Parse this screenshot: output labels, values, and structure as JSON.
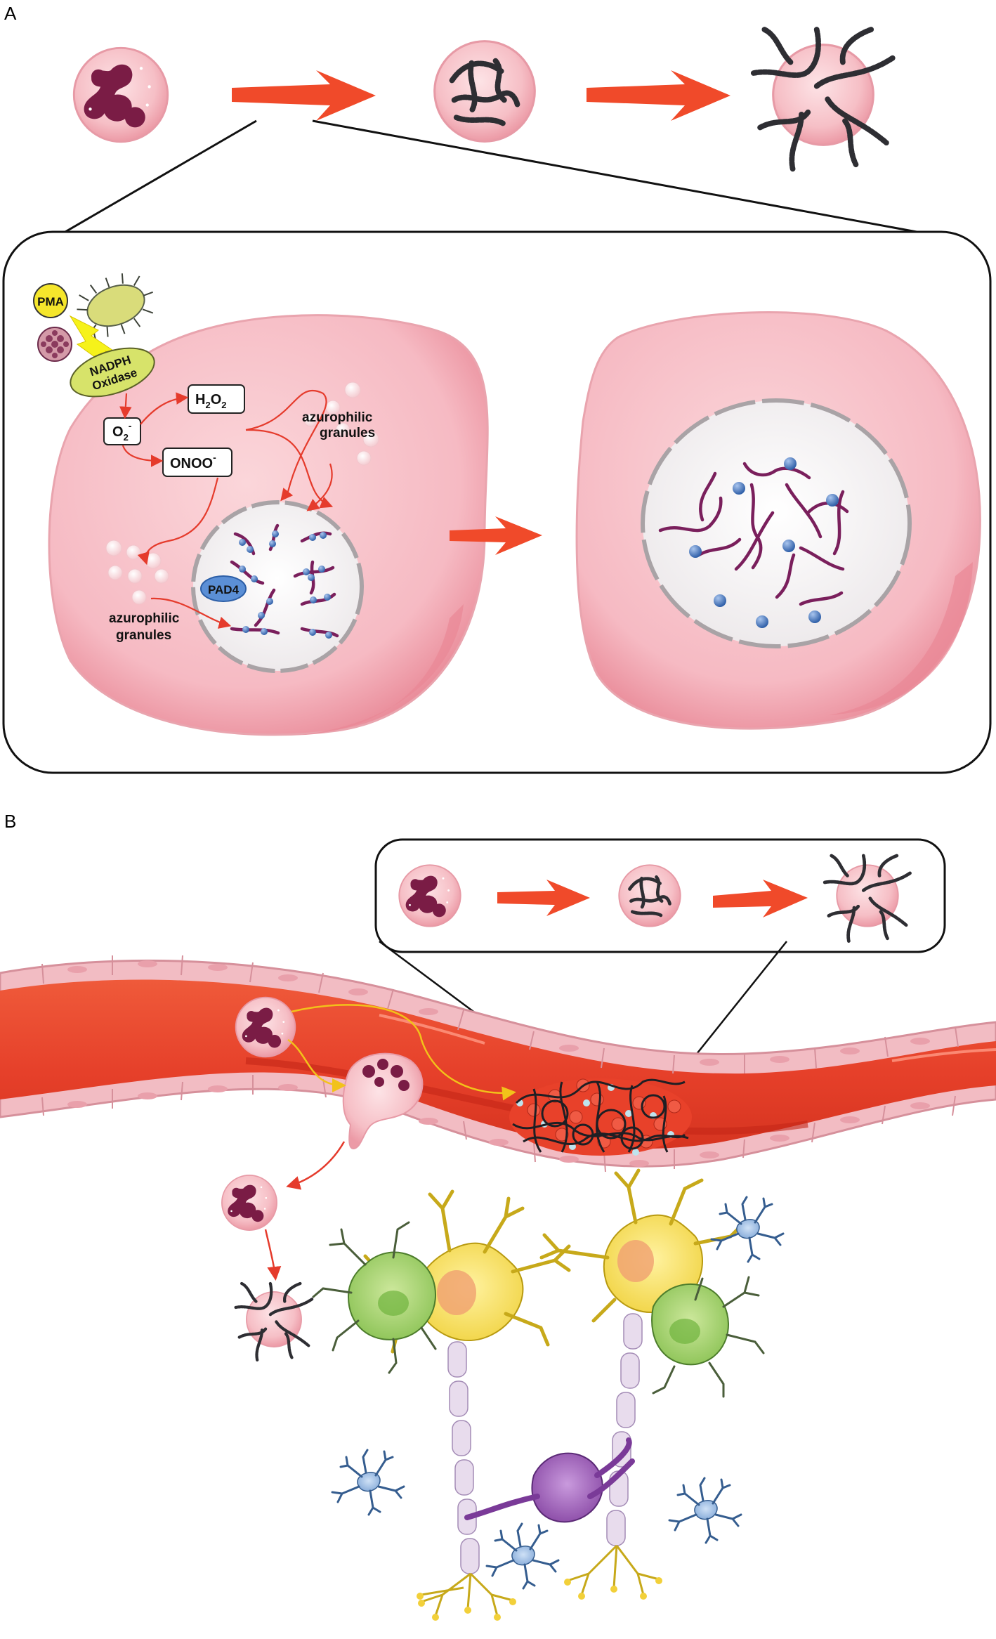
{
  "panels": {
    "a": {
      "letter": "A"
    },
    "b": {
      "letter": "B"
    }
  },
  "labels": {
    "pma": "PMA",
    "nadph_line1": "NADPH",
    "nadph_line2": "Oxidase",
    "o2": "O",
    "o2_sub": "2",
    "o2_sup": "-",
    "h2o2_h": "H",
    "h2o2_2a": "2",
    "h2o2_o": "O",
    "h2o2_2b": "2",
    "onoo": "ONOO",
    "onoo_sup": "-",
    "azuro_top_1": "azurophilic",
    "azuro_top_2": "granules",
    "azuro_bot_1": "azurophilic",
    "azuro_bot_2": "granules",
    "pad4": "PAD4"
  },
  "colors": {
    "cell_pink": "#f7c3c8",
    "cell_edge": "#e78b98",
    "nucleus_purple": "#7a1c45",
    "dna": "#7a1f5c",
    "arrow_red": "#f04a2a",
    "vessel_red": "#e8412a",
    "yellow_ros": "#f6f21a",
    "nadph_green": "#d7e36a",
    "histone_blue": "#5b86c4"
  }
}
